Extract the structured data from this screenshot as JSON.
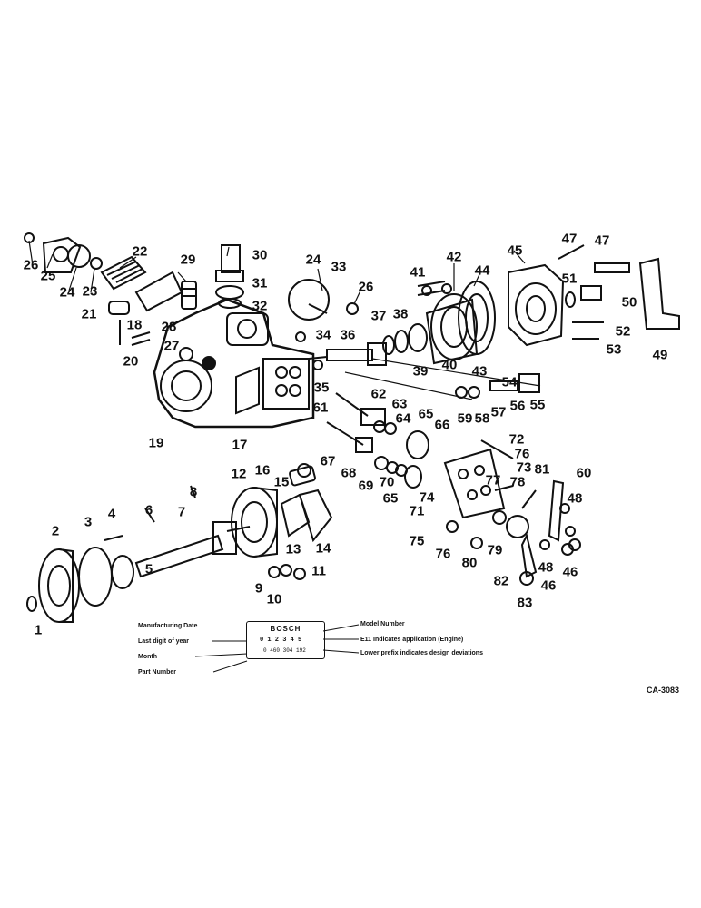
{
  "callouts": [
    "1",
    "2",
    "3",
    "4",
    "5",
    "6",
    "7",
    "8",
    "9",
    "10",
    "11",
    "12",
    "13",
    "14",
    "15",
    "16",
    "17",
    "18",
    "19",
    "20",
    "21",
    "22",
    "23",
    "24",
    "25",
    "26",
    "27",
    "28",
    "29",
    "30",
    "31",
    "32",
    "33",
    "24",
    "26",
    "34",
    "35",
    "36",
    "37",
    "38",
    "39",
    "40",
    "41",
    "42",
    "43",
    "44",
    "45",
    "47",
    "47",
    "51",
    "50",
    "52",
    "53",
    "49",
    "54",
    "55",
    "56",
    "57",
    "58",
    "59",
    "62",
    "63",
    "64",
    "65",
    "66",
    "61",
    "67",
    "68",
    "69",
    "70",
    "65",
    "71",
    "74",
    "72",
    "76",
    "73",
    "77",
    "78",
    "81",
    "60",
    "48",
    "75",
    "76",
    "80",
    "79",
    "82",
    "48",
    "46",
    "46",
    "83"
  ],
  "plate": {
    "brand": "BOSCH",
    "digits": "0 1 2 3 4 5",
    "part_no": "0 460 304 192",
    "left_labels": [
      "Manufacturing Date",
      "Last digit of year",
      "Month",
      "Part Number"
    ],
    "right_labels": [
      "Model Number",
      "E11  Indicates application (Engine)",
      "Lower prefix indicates design deviations"
    ]
  },
  "drawing_code": "CA-3083"
}
